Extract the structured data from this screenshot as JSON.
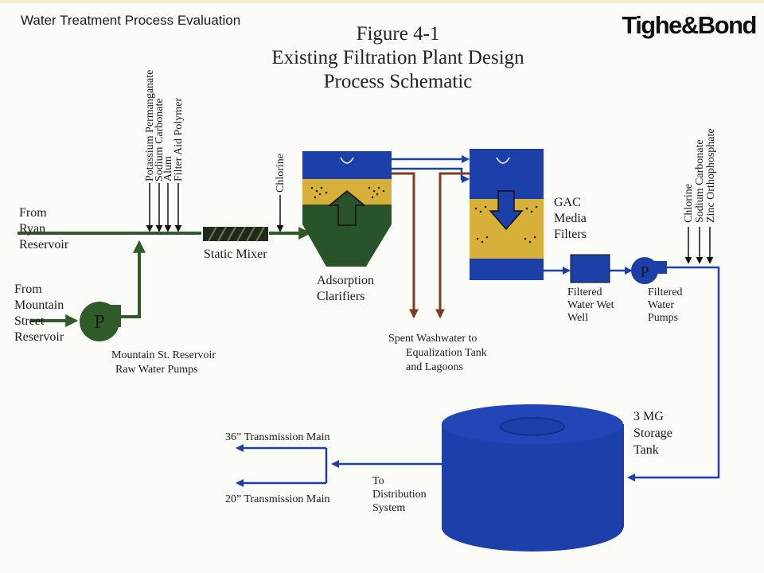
{
  "header": {
    "title": "Water Treatment Process Evaluation",
    "brand": "Tighe&Bond"
  },
  "figure": {
    "number": "Figure 4-1",
    "line1": "Existing Filtration Plant Design",
    "line2": "Process Schematic"
  },
  "labels": {
    "from_ryan": [
      "From",
      "Ryan",
      "Reservoir"
    ],
    "from_mountain": [
      "From",
      "Mountain",
      "Street",
      "Reservoir"
    ],
    "pump_symbol": "P",
    "raw_pumps": [
      "Mountain St. Reservoir",
      "Raw Water Pumps"
    ],
    "chemicals_1": [
      "Potassium Permanganate",
      "Sodium Carbonate",
      "Alum",
      "Filter Aid Polymer"
    ],
    "chlorine": "Chlorine",
    "static_mixer": "Static Mixer",
    "clarifiers": [
      "Adsorption",
      "Clarifiers"
    ],
    "gac": [
      "GAC",
      "Media",
      "Filters"
    ],
    "washwater": [
      "Spent Washwater to",
      "Equalization Tank",
      "and Lagoons"
    ],
    "wetwell": [
      "Filtered",
      "Water Wet",
      "Well"
    ],
    "chemicals_2": [
      "Chlorine",
      "Sodium Carbonate",
      "Zinc Orthophosphate"
    ],
    "filtered_pumps": [
      "Filtered",
      "Water",
      "Pumps"
    ],
    "storage": [
      "3 MG",
      "Storage",
      "Tank"
    ],
    "to_distribution": [
      "To",
      "Distribution",
      "System"
    ],
    "main36": "36” Transmission Main",
    "main20": "20” Transmission Main"
  },
  "colors": {
    "raw_water": "#2f5a2a",
    "treated_water": "#1d3fa8",
    "tank_blue": "#1c3fa9",
    "media": "#d6b038",
    "washwater": "#7a3f20"
  }
}
